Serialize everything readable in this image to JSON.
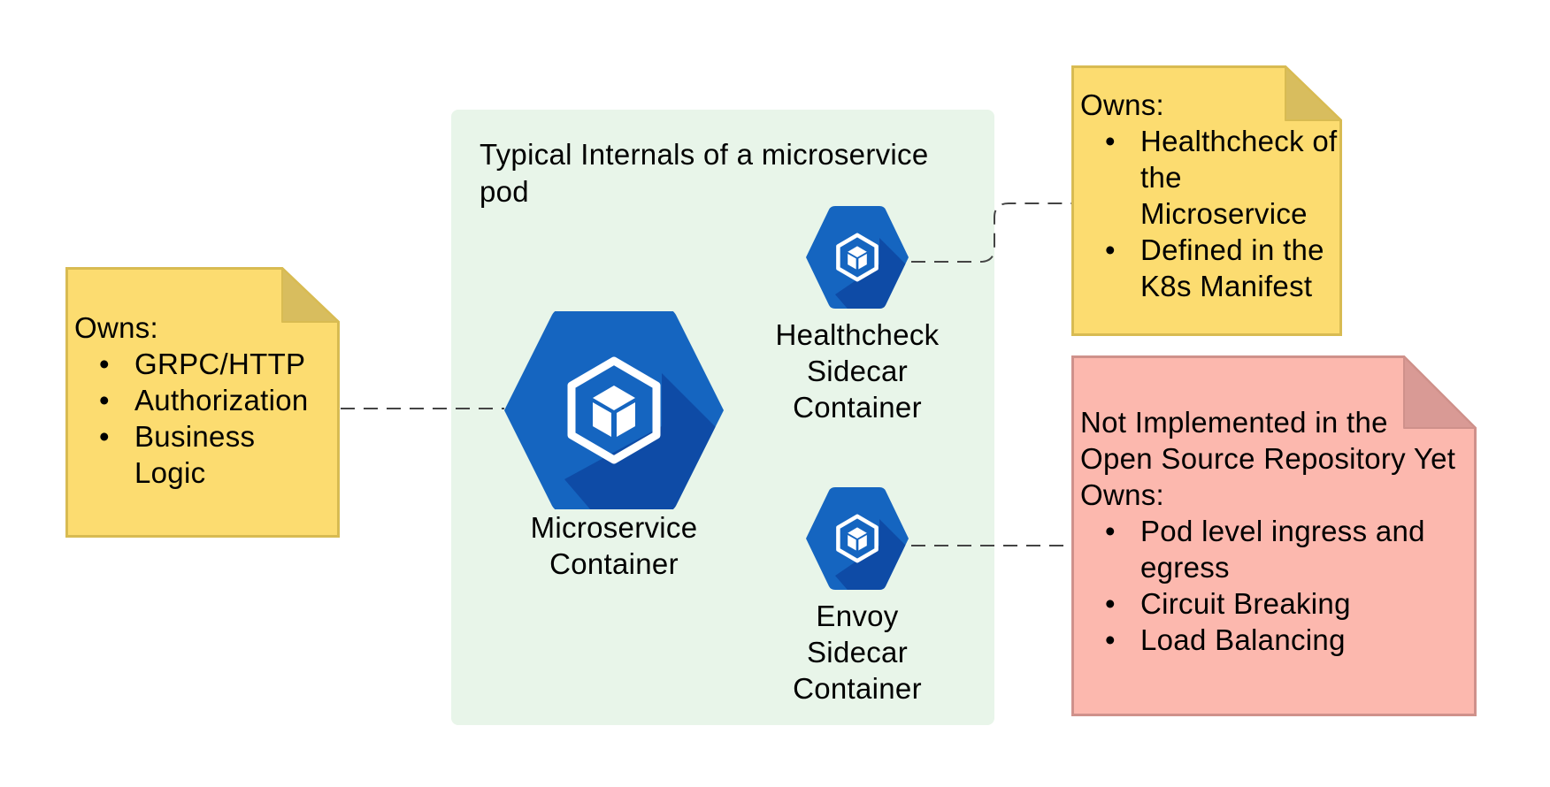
{
  "pod": {
    "title": "Typical Internals of a microservice pod",
    "background": "#e8f5e9"
  },
  "containers": {
    "microservice": {
      "label_line1": "Microservice",
      "label_line2": "Container",
      "icon": "container-cube-icon"
    },
    "healthcheck": {
      "label_line1": "Healthcheck",
      "label_line2": "Sidecar",
      "label_line3": "Container",
      "icon": "container-cube-icon"
    },
    "envoy": {
      "label_line1": "Envoy",
      "label_line2": "Sidecar",
      "label_line3": "Container",
      "icon": "container-cube-icon"
    }
  },
  "notes": {
    "microservice": {
      "heading": "Owns:",
      "items": [
        "GRPC/HTTP",
        "Authorization",
        "Business Logic"
      ],
      "color": "#fcdc70"
    },
    "healthcheck": {
      "heading": "Owns:",
      "items": [
        "Healthcheck of the Microservice",
        "Defined in the K8s Manifest"
      ],
      "color": "#fcdc70"
    },
    "envoy": {
      "intro_line1": "Not Implemented in the",
      "intro_line2": "Open Source Repository Yet",
      "heading": "Owns:",
      "items": [
        "Pod level ingress and egress",
        "Circuit Breaking",
        "Load Balancing"
      ],
      "color": "#fcb8ae"
    }
  },
  "colors": {
    "hex_blue": "#1565c0",
    "hex_shadow": "#0d47a1",
    "connector": "#444444"
  }
}
